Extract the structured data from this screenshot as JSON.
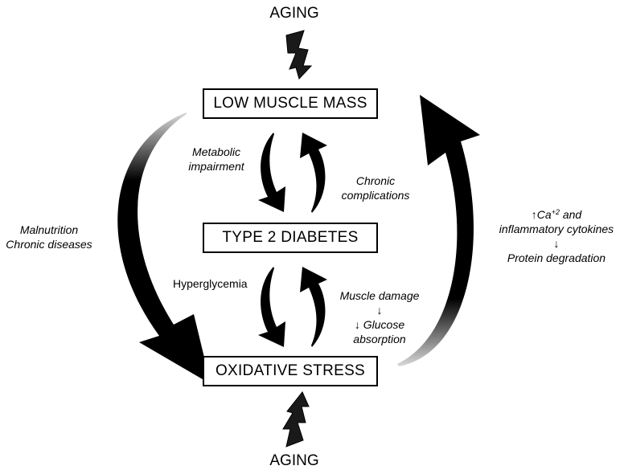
{
  "aging_top": "AGING",
  "aging_bottom": "AGING",
  "boxes": {
    "low_muscle_mass": "LOW MUSCLE MASS",
    "type2_diabetes": "TYPE 2 DIABETES",
    "oxidative_stress": "OXIDATIVE STRESS"
  },
  "labels": {
    "metabolic_1": "Metabolic",
    "metabolic_2": "impairment",
    "chronic_1": "Chronic",
    "chronic_2": "complications",
    "hyperglycemia": "Hyperglycemia",
    "muscle_damage": "Muscle damage",
    "down_arrow_1": "↓",
    "glucose_1": "↓ Glucose",
    "glucose_2": "absorption",
    "malnutrition": "Malnutrition",
    "chronic_diseases": "Chronic diseases",
    "ca_up": "↑Ca",
    "ca_sup": "+2",
    "ca_rest": " and",
    "inflammatory": "inflammatory cytokines",
    "down_arrow_2": "↓",
    "protein": "Protein degradation"
  }
}
